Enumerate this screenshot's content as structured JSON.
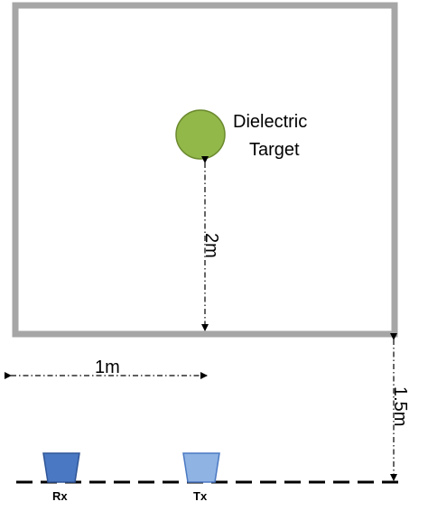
{
  "target": {
    "label_line1": "Dielectric",
    "label_line2": "Target"
  },
  "dimensions": {
    "target_distance": "2m",
    "horizontal_distance": "1m",
    "standoff_distance": "1.5m"
  },
  "antennas": {
    "receiver": "Rx",
    "transmitter": "Tx"
  },
  "colors": {
    "wall": "#a6a6a6",
    "target_fill": "#92b84a",
    "target_stroke": "#6b8a2e",
    "rx_fill": "#4a78c2",
    "rx_stroke": "#2f5597",
    "tx_fill": "#8fb3e3",
    "tx_stroke": "#4a78c2",
    "ground_line": "#000000"
  }
}
